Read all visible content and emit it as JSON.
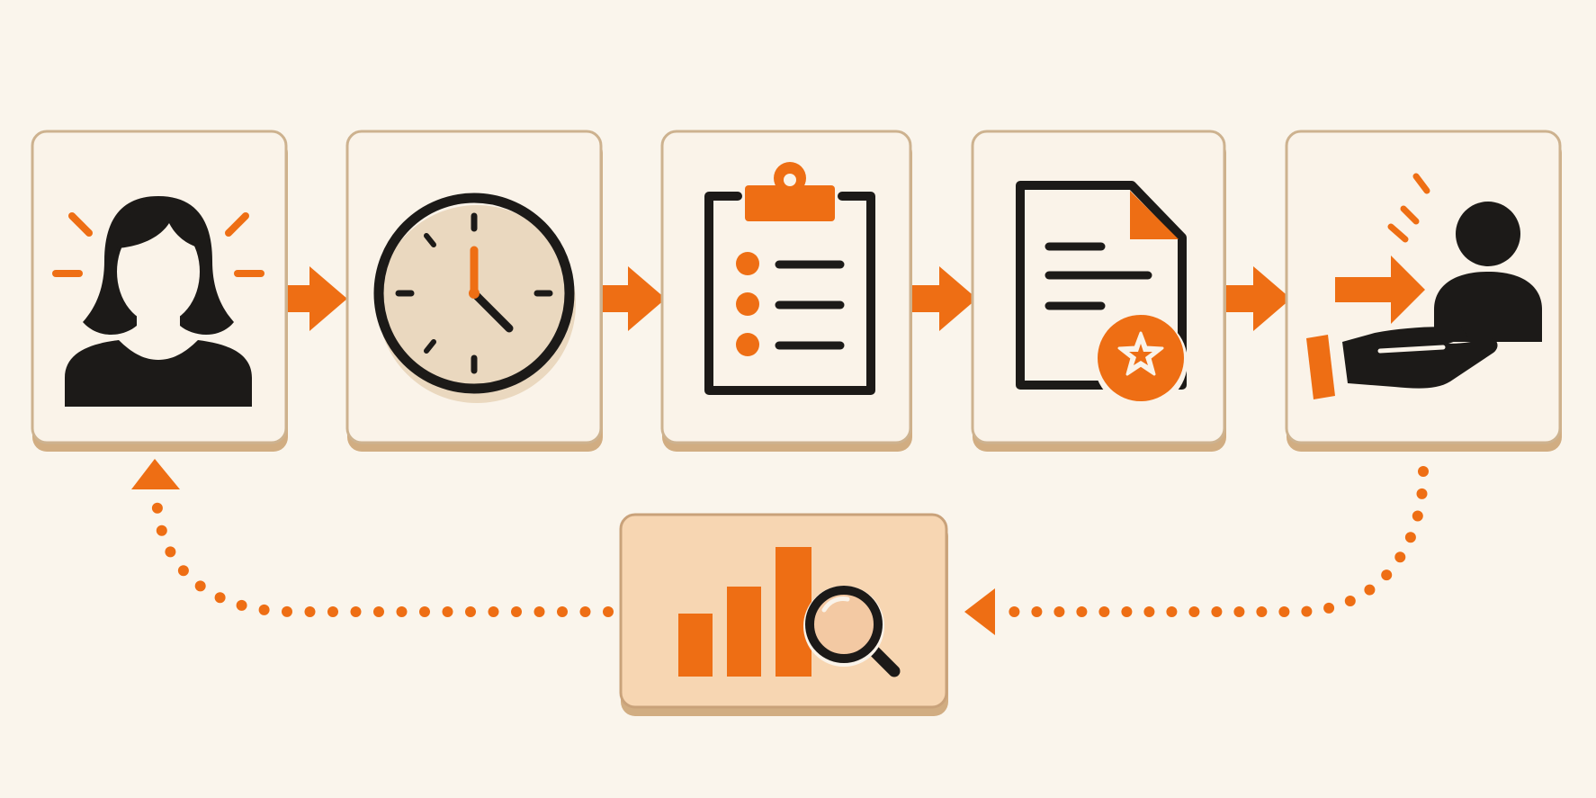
{
  "diagram": {
    "type": "cyclic-process-flow",
    "steps": [
      {
        "id": "person",
        "icon": "person-icon"
      },
      {
        "id": "time",
        "icon": "clock-icon"
      },
      {
        "id": "checklist",
        "icon": "clipboard-checklist-icon"
      },
      {
        "id": "document",
        "icon": "document-star-icon"
      },
      {
        "id": "handoff",
        "icon": "hand-over-to-person-icon"
      }
    ],
    "feedback_step": {
      "id": "analysis",
      "icon": "bar-chart-magnifier-icon"
    },
    "connectors": {
      "forward": "solid-arrow",
      "feedback": "dotted-arrow"
    }
  },
  "colors": {
    "background": "#faf5ec",
    "accent": "#ee6e14",
    "ink": "#1c1a18",
    "card_face": "#faf3e9",
    "card_border": "#cdb28f",
    "card_shadow": "#d1ad82",
    "feedback_card_face": "#f7d6b2"
  }
}
